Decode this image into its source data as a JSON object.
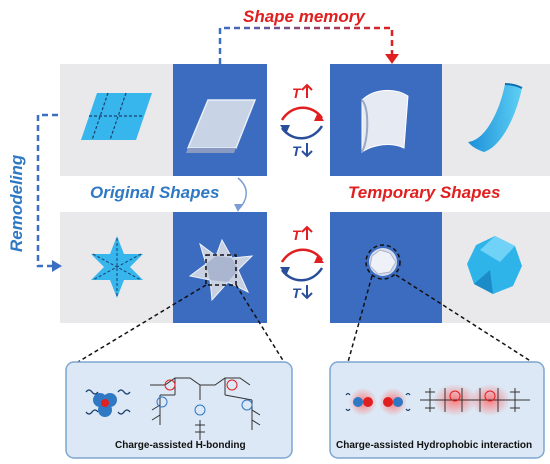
{
  "labels": {
    "shape_memory": "Shape memory",
    "remodeling": "Remodeling",
    "original_shapes": "Original Shapes",
    "temporary_shapes": "Temporary Shapes"
  },
  "stimulus": {
    "heat_up": "T",
    "cool_down": "T"
  },
  "insets": {
    "left": "Charge-assisted H-bonding",
    "right": "Charge-assisted Hydrophobic interaction"
  },
  "colors": {
    "blue_label": "#2f78c4",
    "red_label": "#e02020",
    "photo_blue": "#3b6cc0",
    "render_cyan": "#2fb4ea",
    "panel_gray": "#e9e9ec",
    "inset_fill": "#dce8f5",
    "inset_border": "#7fa6cf"
  }
}
